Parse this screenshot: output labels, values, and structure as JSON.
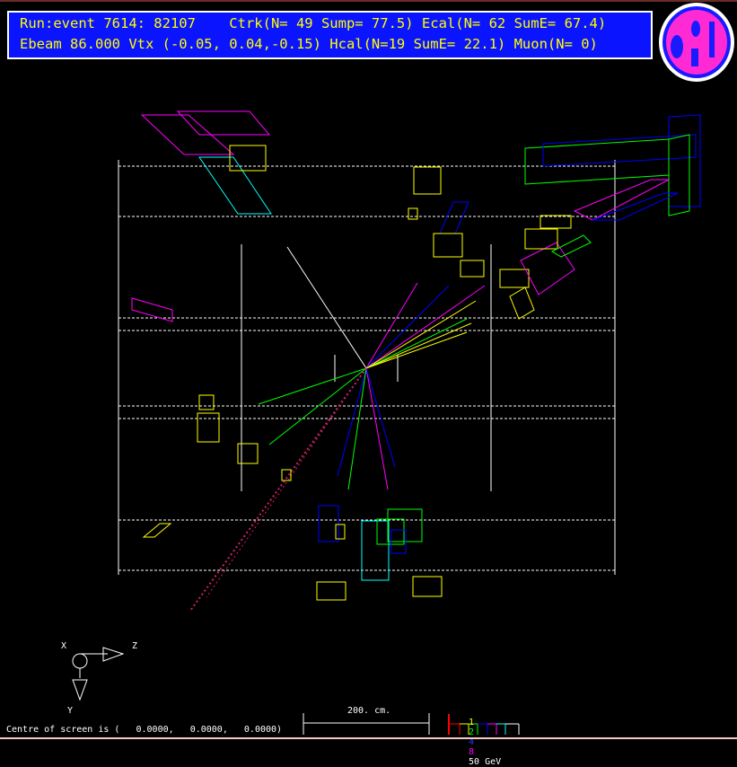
{
  "header": {
    "line1": "Run:event 7614: 82107    Ctrk(N= 49 Sump= 77.5) Ecal(N= 62 SumE= 67.4)",
    "line2": "Ebeam 86.000 Vtx (-0.05, 0.04,-0.15) Hcal(N=19 SumE= 22.1) Muon(N= 0)"
  },
  "logo": {
    "text": "OPAL"
  },
  "axes": {
    "x": "X",
    "y": "Y",
    "z": "Z"
  },
  "footer": {
    "centre": "Centre of screen is (   0.0000,   0.0000,   0.0000)",
    "scale": "200. cm."
  },
  "energy_legend": {
    "labels": [
      "1",
      "2",
      "4",
      "8",
      "50 GeV"
    ],
    "colors": [
      "#ffff00",
      "#00ff00",
      "#0000ff",
      "#ff00ff",
      "#ffffff"
    ]
  }
}
